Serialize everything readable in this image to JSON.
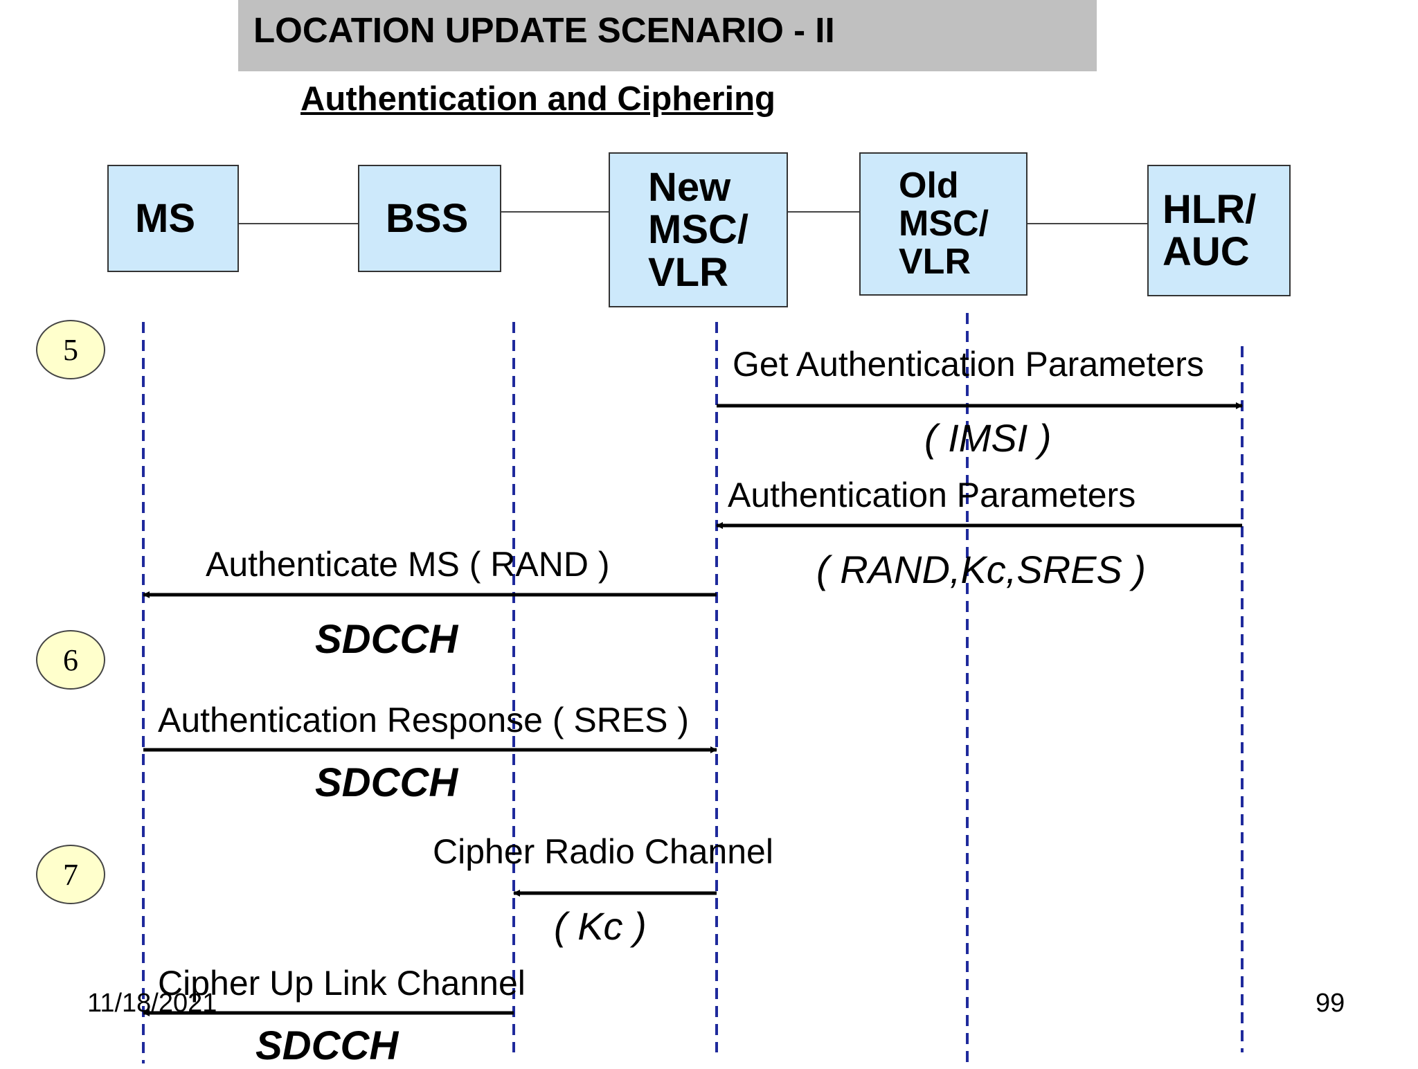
{
  "title": "LOCATION UPDATE SCENARIO - II",
  "subtitle": "Authentication and Ciphering",
  "entities": [
    {
      "id": "ms",
      "lines": [
        "MS"
      ]
    },
    {
      "id": "bss",
      "lines": [
        "BSS"
      ]
    },
    {
      "id": "new-msc-vlr",
      "lines": [
        "New",
        "MSC/",
        "VLR"
      ]
    },
    {
      "id": "old-msc-vlr",
      "lines": [
        "Old",
        "MSC/",
        "VLR"
      ]
    },
    {
      "id": "hlr-auc",
      "lines": [
        "HLR/",
        "AUC"
      ]
    }
  ],
  "steps": [
    "5",
    "6",
    "7"
  ],
  "messages": {
    "get_auth_params": "Get Authentication Parameters",
    "imsi": "( IMSI )",
    "auth_params": "Authentication  Parameters",
    "rand_kc_sres": "( RAND,Kc,SRES )",
    "authenticate_ms": "Authenticate MS ( RAND )",
    "sdcch_1": "SDCCH",
    "auth_response": "Authentication Response ( SRES )",
    "sdcch_2": "SDCCH",
    "cipher_radio": "Cipher Radio Channel",
    "kc": "( Kc )",
    "cipher_uplink": "Cipher Up Link Channel",
    "sdcch_3": "SDCCH"
  },
  "footer": {
    "date": "11/18/2021",
    "page": "99"
  },
  "colors": {
    "entity_fill": "#cde9fb",
    "lifeline": "#1f2a9c",
    "step_fill": "#ffffcc",
    "title_bar": "#c0c0c0"
  }
}
